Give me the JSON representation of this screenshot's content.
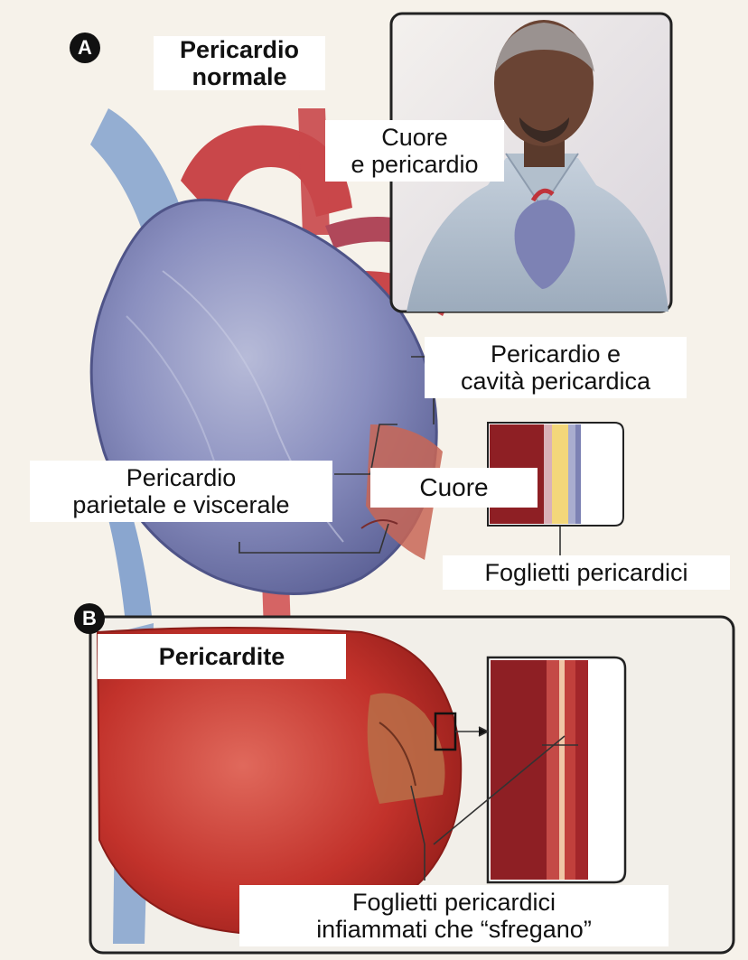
{
  "panel_a": {
    "badge": "A",
    "title_line1": "Pericardio",
    "title_line2": "normale",
    "inset_label_line1": "Cuore",
    "inset_label_line2": "e pericardio",
    "sac_label_line1": "Pericardio e",
    "sac_label_line2": "cavità pericardica",
    "layers_label_line1": "Pericardio",
    "layers_label_line2": "parietale e viscerale",
    "heart_label": "Cuore",
    "leaflets_label": "Foglietti pericardici"
  },
  "panel_b": {
    "badge": "B",
    "title": "Pericardite",
    "inflamed_label_line1": "Foglietti pericardici",
    "inflamed_label_line2": "infiammati che “sfregano”"
  },
  "colors": {
    "background": "#f6f2ea",
    "normal_heart": "#7d82b4",
    "inflamed_heart": "#c4302a",
    "vessel_blue": "#8aa6cf",
    "fluid_yellow": "#f3d77a"
  }
}
